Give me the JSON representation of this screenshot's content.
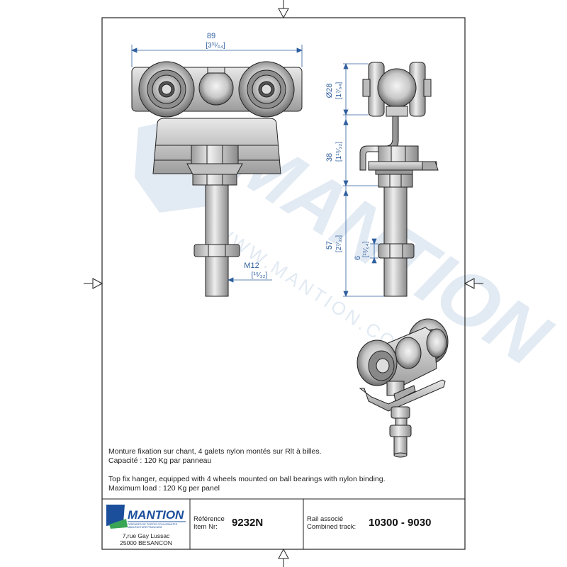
{
  "dimensions": {
    "width_mm": "89",
    "width_in": "[3³¹⁄₆₄]",
    "wheel_dia_mm": "Ø28",
    "wheel_dia_in": "[1⁷⁄₆₄]",
    "height_mm": "38",
    "height_in": "[1¹⁵⁄₃₂]",
    "bolt_len_mm": "57",
    "bolt_len_in": "[2⁷⁄₃₂]",
    "nut_mm": "6",
    "nut_in": "[¹⁵⁄₆₄]",
    "thread_mm": "M12",
    "thread_in": "[¹⁵⁄₃₂]"
  },
  "description": {
    "fr_line1": "Monture fixation sur chant, 4 galets nylon montés sur Rlt à billes.",
    "fr_line2": "Capacité : 120 Kg par panneau",
    "en_line1": "Top fix hanger, equipped with 4 wheels mounted on ball bearings with nylon binding.",
    "en_line2": "Maximum load : 120 Kg per panel"
  },
  "titleblock": {
    "brand": "MANTION",
    "brand_tagline1": "FERRURES DE PORTES COULISSANTES",
    "brand_tagline2": "MANUFACTURE FRANCAISE",
    "address_line1": "7,rue Gay Lussac",
    "address_line2": "25000 BESANCON",
    "ref_label_fr": "Référence",
    "ref_label_en": "Item Nr:",
    "ref_value": "9232N",
    "rail_label_fr": "Rail associé",
    "rail_label_en": "Combined track:",
    "rail_value": "10300 - 9030"
  },
  "watermark": {
    "text": "MANTION",
    "url": "WWW.MANTION.COM"
  },
  "colors": {
    "dim_blue": "#2f5f9e",
    "brand_blue": "#1b4f9c",
    "watermark": "#dfe8f2"
  }
}
